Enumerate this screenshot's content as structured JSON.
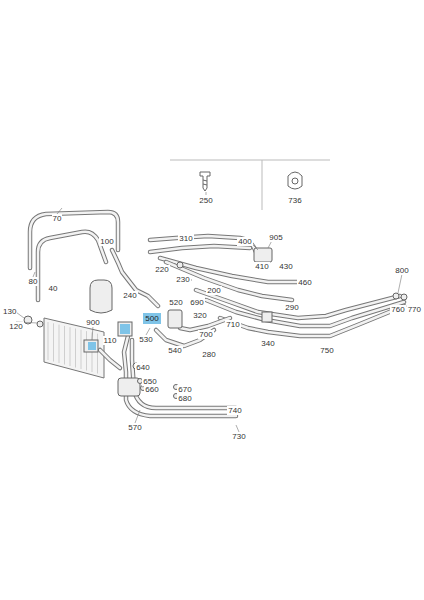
{
  "diagram": {
    "labels": [
      "250",
      "736",
      "70",
      "100",
      "310",
      "400",
      "905",
      "220",
      "410",
      "430",
      "800",
      "80",
      "230",
      "200",
      "460",
      "40",
      "130",
      "240",
      "520",
      "690",
      "290",
      "760",
      "770",
      "120",
      "900",
      "500",
      "320",
      "710",
      "110",
      "530",
      "540",
      "700",
      "340",
      "280",
      "750",
      "640",
      "650",
      "660",
      "670",
      "680",
      "740",
      "570",
      "730"
    ]
  }
}
